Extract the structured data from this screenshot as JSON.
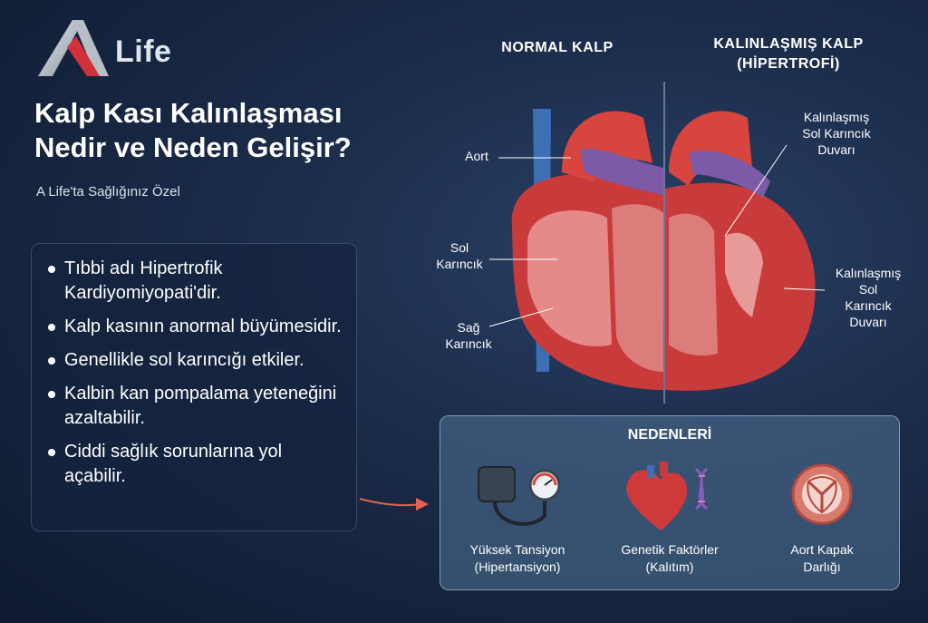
{
  "brand": {
    "name": "Life"
  },
  "title": {
    "line1": "Kalp Kası Kalınlaşması",
    "line2": "Nedir ve Neden Gelişir?"
  },
  "subtitle": "A Life'ta Sağlığınız Özel",
  "bullets": [
    "Tıbbi adı Hipertrofik Kardiyomiyopati'dir.",
    "Kalp kasının anormal büyümesidir.",
    "Genellikle sol karıncığı etkiler.",
    "Kalbin kan pompalama yeteneğini azaltabilir.",
    "Ciddi sağlık sorunlarına yol açabilir."
  ],
  "diagram": {
    "normal_heading": "NORMAL KALP",
    "thick_heading_line1": "KALINLAŞMIŞ KALP",
    "thick_heading_line2": "(HİPERTROFİ)",
    "labels": {
      "aort": "Aort",
      "sol_karincik_1": "Sol",
      "sol_karincik_2": "Karıncık",
      "sag_karincik_1": "Sağ",
      "sag_karincik_2": "Karıncık",
      "thick_wall_top_1": "Kalınlaşmış",
      "thick_wall_top_2": "Sol Karıncık",
      "thick_wall_top_3": "Duvarı",
      "thick_wall_right_1": "Kalınlaşmış",
      "thick_wall_right_2": "Sol",
      "thick_wall_right_3": "Karıncık",
      "thick_wall_right_4": "Duvarı"
    }
  },
  "causes": {
    "title": "NEDENLERİ",
    "items": [
      {
        "line1": "Yüksek Tansiyon",
        "line2": "(Hipertansiyon)",
        "icon": "blood-pressure-icon"
      },
      {
        "line1": "Genetik Faktörler",
        "line2": "(Kalıtım)",
        "icon": "heart-dna-icon"
      },
      {
        "line1": "Aort Kapak",
        "line2": "Darlığı",
        "icon": "aortic-valve-icon"
      }
    ]
  },
  "colors": {
    "background": "#1a2b48",
    "accent": "#e8614e",
    "heart_red": "#c93a3a",
    "vein_blue": "#3d6fb5",
    "artery_purple": "#7d5aa6"
  }
}
